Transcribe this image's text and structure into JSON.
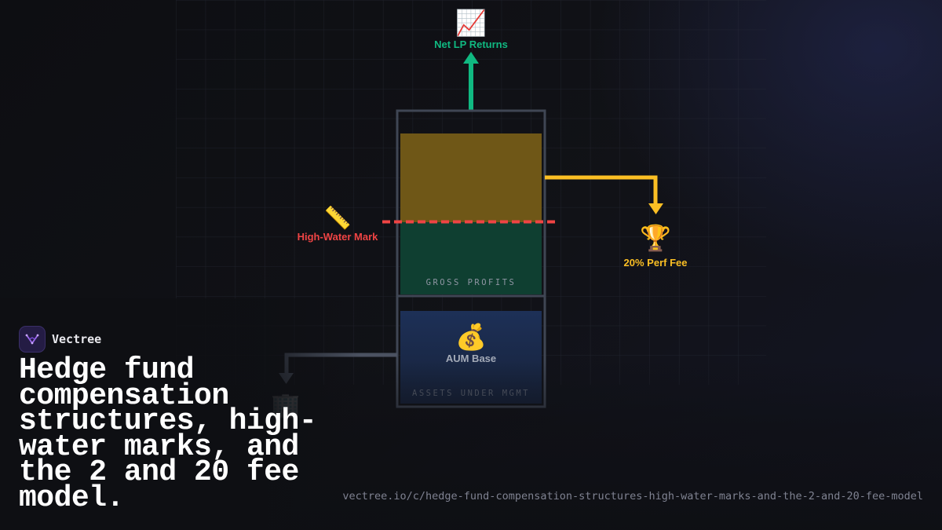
{
  "brand": {
    "name": "Vectree",
    "logo_icon": "vectree-logo-icon"
  },
  "headline": "Hedge fund compensation structures, high-water marks, and the 2 and 20 fee model.",
  "url": "vectree.io/c/hedge-fund-compensation-structures-high-water-marks-and-the-2-and-20-fee-model",
  "diagram": {
    "net_returns": {
      "icon": "chart-increasing-icon",
      "glyph": "📈",
      "label": "Net LP Returns"
    },
    "high_water_mark": {
      "icon": "ruler-icon",
      "glyph": "📏",
      "label": "High-Water Mark"
    },
    "perf_fee": {
      "icon": "trophy-icon",
      "glyph": "🏆",
      "label": "20% Perf Fee"
    },
    "gross_profits_label": "GROSS PROFITS",
    "aum": {
      "icon": "money-bag-icon",
      "glyph": "💰",
      "label": "AUM Base"
    },
    "aum_section_label": "ASSETS UNDER MGMT",
    "mgmt_fee": {
      "icon": "office-building-icon",
      "glyph": "🏢"
    },
    "colors": {
      "accent_green": "#10b981",
      "accent_gold": "#fbbf24",
      "accent_red": "#ef4444",
      "profit_gold_fill": "#6f5717",
      "profit_green_fill": "#0f3f31",
      "aum_fill": "#1d3057",
      "frame": "#3f4654"
    }
  }
}
